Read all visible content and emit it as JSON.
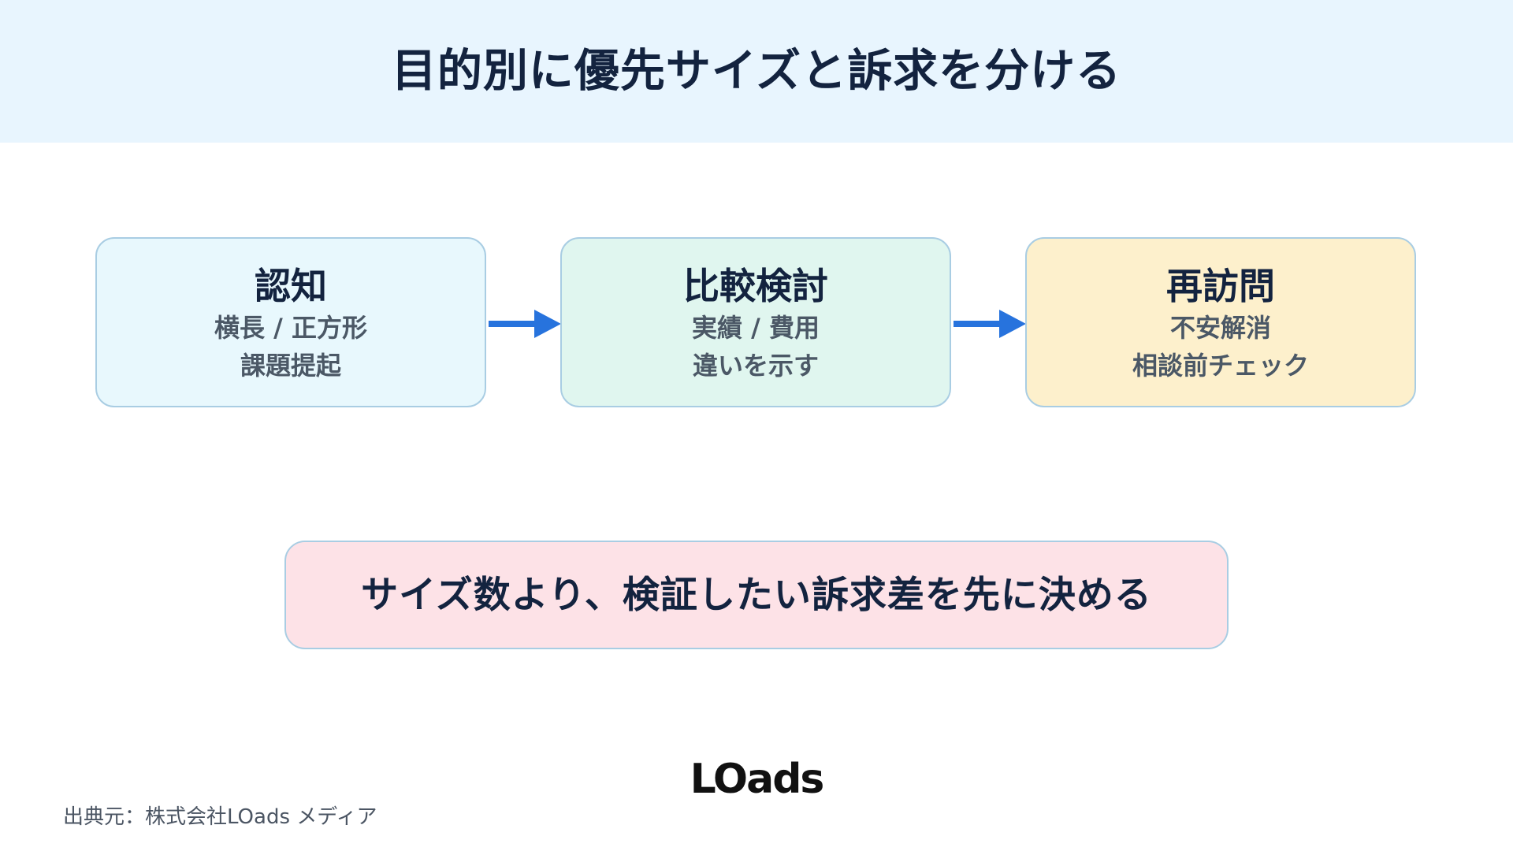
{
  "title": "目的別に優先サイズと訴求を分ける",
  "stages": [
    {
      "title": "認知",
      "line1": "横長 / 正方形",
      "line2": "課題提起",
      "bg": "#e8f8fd"
    },
    {
      "title": "比較検討",
      "line1": "実績 / 費用",
      "line2": "違いを示す",
      "bg": "#e0f6ef"
    },
    {
      "title": "再訪問",
      "line1": "不安解消",
      "line2": "相談前チェック",
      "bg": "#fdf0cc"
    }
  ],
  "callout": "サイズ数より、検証したい訴求差を先に決める",
  "logo": "LOads",
  "source": "出典元：株式会社LOads メディア",
  "colors": {
    "header_band": "#e8f5fe",
    "text_dark": "#13233f",
    "text_sub": "#4b5866",
    "arrow": "#2773dd",
    "card_border": "#a9cde3",
    "callout_bg": "#fde2e7"
  }
}
